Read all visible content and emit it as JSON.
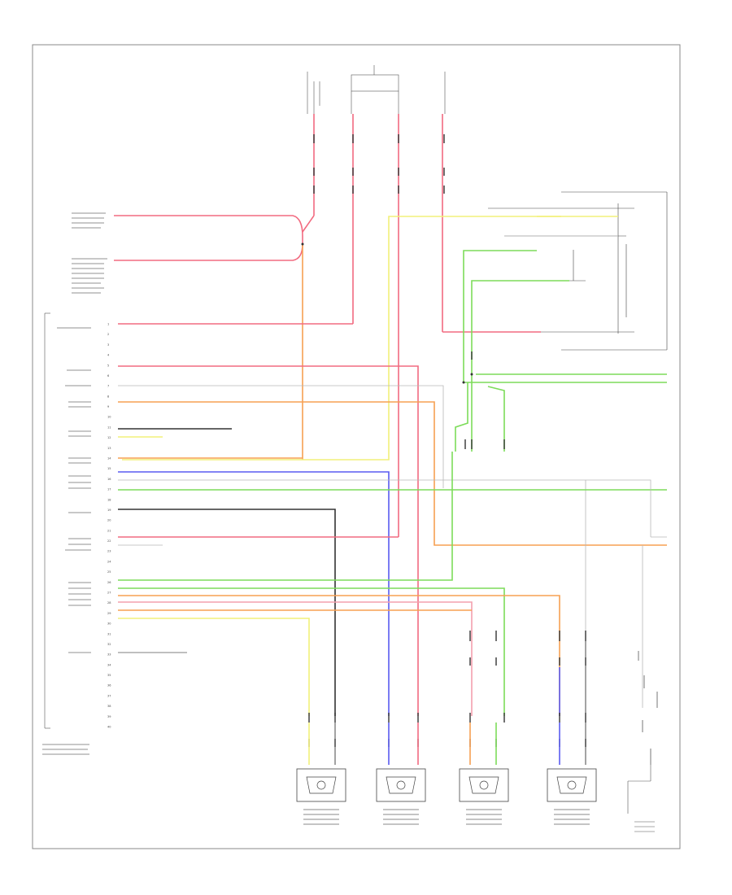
{
  "diagram": {
    "footer_code": "",
    "wire_colors": {
      "red": "#f26b80",
      "pink": "#f4a0ae",
      "orange": "#f7a052",
      "yellow": "#f2f07a",
      "green": "#7ddc5a",
      "blue": "#5a5cf0",
      "black": "#333333",
      "gray": "#b8b8b8"
    },
    "module_pins": [
      "1",
      "2",
      "3",
      "4",
      "5",
      "6",
      "7",
      "8",
      "9",
      "10",
      "11",
      "12",
      "13",
      "14",
      "15",
      "16",
      "17",
      "18",
      "19",
      "20",
      "21",
      "22",
      "23",
      "24",
      "25",
      "26",
      "27",
      "28",
      "29",
      "30",
      "31",
      "32",
      "33",
      "34",
      "35",
      "36",
      "37",
      "38",
      "39",
      "40"
    ],
    "sensors": [
      {
        "id": "sensor-1",
        "colors": [
          "yellow",
          "black"
        ]
      },
      {
        "id": "sensor-2",
        "colors": [
          "blue",
          "red"
        ]
      },
      {
        "id": "sensor-3",
        "colors": [
          "orange",
          "green"
        ]
      },
      {
        "id": "sensor-4",
        "colors": [
          "orange",
          "blue",
          "black"
        ]
      }
    ]
  }
}
